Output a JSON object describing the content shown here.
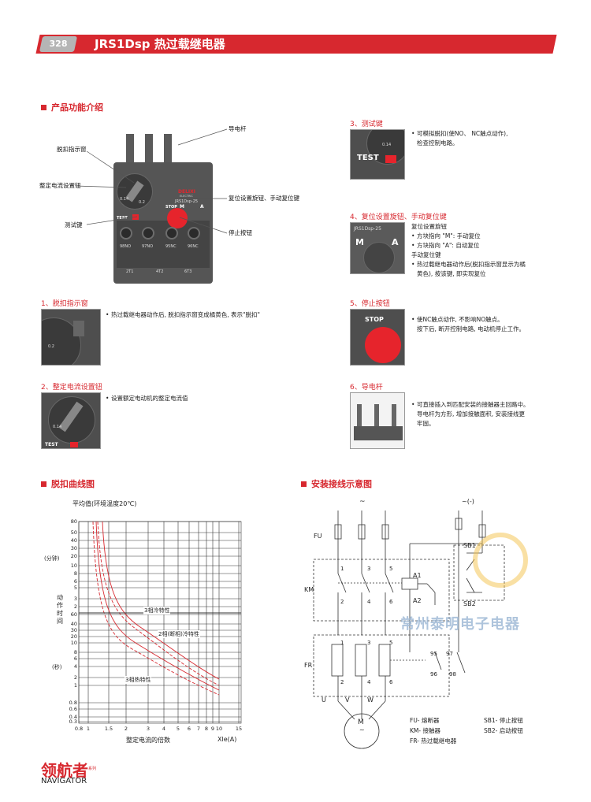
{
  "header": {
    "page_number": "328",
    "title": "JRS1Dsp 热过载继电器"
  },
  "section_intro": {
    "title": "产品功能介绍"
  },
  "product_labels": {
    "rod": "导电杆",
    "window": "脱扣指示窗",
    "setting_knob": "整定电流设置钮",
    "test_key": "测试键",
    "reset_knob": "复位设置旋钮、手动复位键",
    "stop_button": "停止按钮"
  },
  "product_print": {
    "brand": "DELIXI",
    "brand_sub": "ELECTRIC",
    "model": "JRS1Dsp-25",
    "stop": "STOP",
    "m": "M",
    "a": "A",
    "test": "TEST",
    "terminals": [
      "98NO",
      "97NO",
      "95NC",
      "96NC"
    ],
    "bottom": [
      "2T1",
      "4T2",
      "6T3"
    ],
    "dial_values": [
      "0.14",
      "0.2"
    ]
  },
  "features": [
    {
      "title": "1、脱扣指示窗",
      "desc": [
        "热过载继电器动作后, 脱扣指示窗变成橘黄色, 表示\"脱扣\""
      ]
    },
    {
      "title": "2、整定电流设置钮",
      "desc": [
        "设置额定电动机的整定电流值"
      ]
    },
    {
      "title": "3、测试键",
      "desc": [
        "可模拟脱扣(使NO、 NC触点动作),",
        "检查控制电路。"
      ]
    },
    {
      "title": "4、复位设置旋钮、手动复位键",
      "desc": [
        "复位设置旋钮",
        "方块指向 \"M\": 手动复位",
        "方块指向 \"A\": 自动复位",
        "手动复位键",
        "热过载继电器动作后(脱扣指示窗显示为橘",
        "黄色), 按该键, 即实现复位"
      ]
    },
    {
      "title": "5、停止按钮",
      "desc": [
        "使NC触点动作, 不影响NO触点。",
        "按下后, 断开控制电路, 电动机停止工作。"
      ]
    },
    {
      "title": "6、导电杆",
      "desc": [
        "可直接插入到匹配安装的接触器主回路中。",
        "导电杆为方形, 增加接触面积, 安装接线更",
        "牢固。"
      ]
    }
  ],
  "section_curve": {
    "title": "脱扣曲线图"
  },
  "curve": {
    "subtitle": "平均值(环境温度20℃)",
    "minute_label": "(分钟)",
    "second_label": "(秒)",
    "time_label": [
      "动",
      "作",
      "时",
      "间"
    ],
    "minute_ticks": [
      "80",
      "50",
      "40",
      "30",
      "20",
      "10",
      "8",
      "6",
      "5",
      "3",
      "2"
    ],
    "second_ticks": [
      "60",
      "40",
      "30",
      "20",
      "10",
      "8",
      "6",
      "4",
      "2",
      "1",
      "0.8",
      "0.6",
      "0.4",
      "0.3"
    ],
    "x_ticks": [
      "0.8",
      "1",
      "1.5",
      "2",
      "3",
      "4",
      "5",
      "6",
      "7",
      "8",
      "9",
      "10",
      "15"
    ],
    "xlabel": "整定电流的倍数",
    "xunit": "Xle(A)",
    "series": [
      "3相冷特性",
      "2相(断相)冷特性",
      "3相热特性"
    ]
  },
  "section_wiring": {
    "title": "安装接线示意图"
  },
  "wiring": {
    "tilde": "~",
    "dc": "~(-)",
    "fu": "FU",
    "km": "KM",
    "fr": "FR",
    "sb1": "SB1",
    "sb2": "SB2",
    "a1": "A1",
    "a2": "A2",
    "km_top": [
      "1",
      "3",
      "5"
    ],
    "km_bot": [
      "2",
      "4",
      "6"
    ],
    "fr_top": [
      "1",
      "3",
      "5"
    ],
    "fr_bot": [
      "2",
      "4",
      "6"
    ],
    "contacts": [
      "95",
      "97",
      "96",
      "98"
    ],
    "phases": [
      "U",
      "V",
      "W"
    ],
    "motor": "M",
    "motor_sub": "~",
    "legend": [
      "FU- 熔断器",
      "KM- 接触器",
      "FR- 热过载继电器",
      "SB1- 停止按钮",
      "SB2- 启动按钮"
    ]
  },
  "watermark": "常州泰明电子电器",
  "footer": {
    "logo_cn": "领航者",
    "logo_mark": "系列",
    "logo_en": "NAVIGATOR"
  }
}
